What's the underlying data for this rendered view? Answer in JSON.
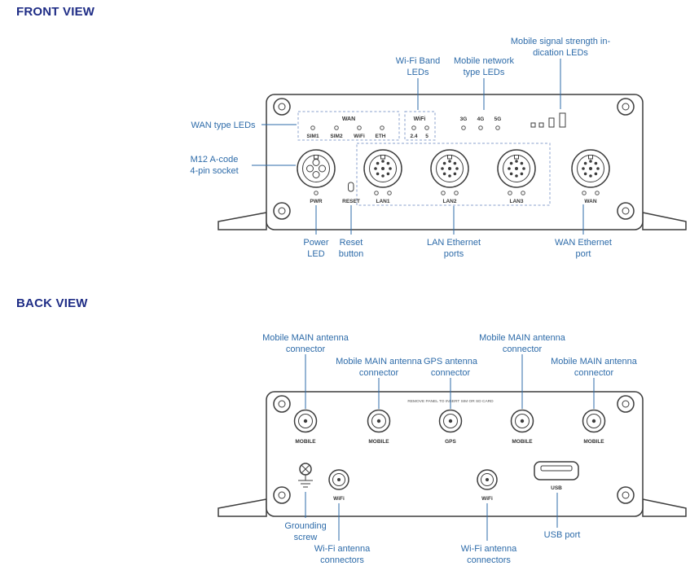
{
  "colors": {
    "heading": "#1f2d86",
    "callout": "#2d6ba9",
    "device": "#3d3d3d",
    "dashed": "#8aa0cc",
    "label": "#333333"
  },
  "front": {
    "heading": "FRONT VIEW",
    "led_groups": {
      "wan": {
        "label": "WAN",
        "leds": [
          "SIM1",
          "SIM2",
          "WiFi",
          "ETH"
        ]
      },
      "wifi": {
        "label": "WiFi",
        "leds": [
          "2.4",
          "5"
        ]
      },
      "mobile_type": {
        "leds": [
          "3G",
          "4G",
          "5G"
        ]
      }
    },
    "ports": {
      "pwr": "PWR",
      "reset": "RESET",
      "lan1": "LAN1",
      "lan2": "LAN2",
      "lan3": "LAN3",
      "wan": "WAN"
    },
    "callouts": {
      "wifi_band": "Wi-Fi Band\nLEDs",
      "mobile_type": "Mobile network\ntype LEDs",
      "signal": "Mobile signal strength in-\ndication LEDs",
      "wan_type": "WAN type LEDs",
      "m12": "M12 A-code\n4-pin socket",
      "power": "Power\nLED",
      "reset": "Reset\nbutton",
      "lan": "LAN Ethernet\nports",
      "wan_port": "WAN Ethernet\nport"
    }
  },
  "back": {
    "heading": "BACK VIEW",
    "note": "REMOVE PANEL TO INSERT SIM OR SD CARD",
    "connectors": {
      "mobile1": "MOBILE",
      "mobile2": "MOBILE",
      "gps": "GPS",
      "mobile3": "MOBILE",
      "mobile4": "MOBILE",
      "wifi1": "WiFi",
      "wifi2": "WiFi",
      "usb": "USB"
    },
    "callouts": {
      "mobile1": "Mobile MAIN antenna\nconnector",
      "mobile2": "Mobile MAIN antenna\nconnector",
      "gps": "GPS antenna\nconnector",
      "mobile3": "Mobile MAIN antenna\nconnector",
      "mobile4": "Mobile MAIN antenna\nconnector",
      "grounding": "Grounding\nscrew",
      "wifi_left": "Wi-Fi antenna\nconnectors",
      "wifi_right": "Wi-Fi antenna\nconnectors",
      "usb": "USB port"
    }
  }
}
